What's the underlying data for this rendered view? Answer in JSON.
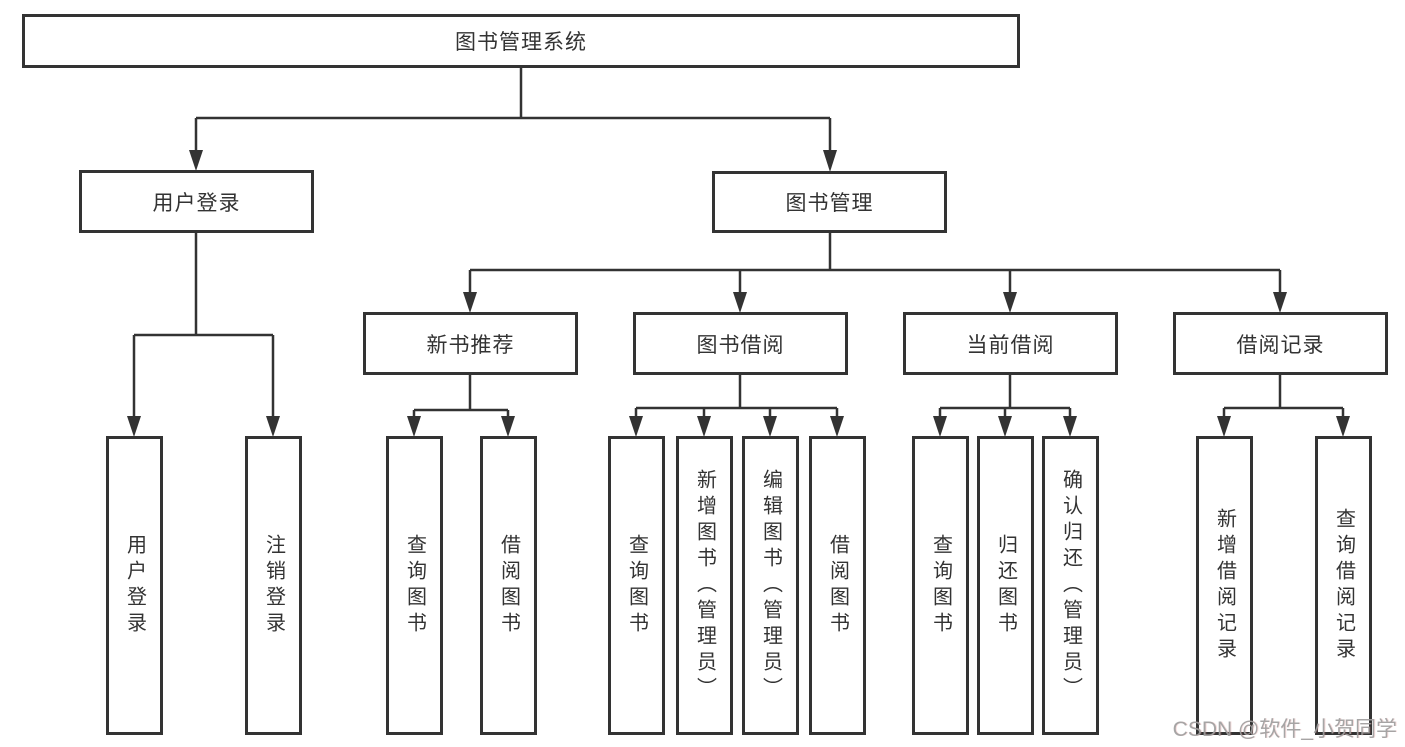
{
  "diagram": {
    "type": "tree",
    "root": {
      "label": "图书管理系统"
    },
    "level2": [
      {
        "id": "user-login",
        "label": "用户登录"
      },
      {
        "id": "book-management",
        "label": "图书管理"
      }
    ],
    "level3": [
      {
        "id": "new-book-recommend",
        "parent": "book-management",
        "label": "新书推荐"
      },
      {
        "id": "book-borrowing",
        "parent": "book-management",
        "label": "图书借阅"
      },
      {
        "id": "current-borrowing",
        "parent": "book-management",
        "label": "当前借阅"
      },
      {
        "id": "borrowing-records",
        "parent": "book-management",
        "label": "借阅记录"
      }
    ],
    "leaves": [
      {
        "parent": "user-login",
        "label": "用户登录"
      },
      {
        "parent": "user-login",
        "label": "注销登录"
      },
      {
        "parent": "new-book-recommend",
        "label": "查询图书"
      },
      {
        "parent": "new-book-recommend",
        "label": "借阅图书"
      },
      {
        "parent": "book-borrowing",
        "label": "查询图书"
      },
      {
        "parent": "book-borrowing",
        "label": "新增图书（管理员）"
      },
      {
        "parent": "book-borrowing",
        "label": "编辑图书（管理员）"
      },
      {
        "parent": "book-borrowing",
        "label": "借阅图书"
      },
      {
        "parent": "current-borrowing",
        "label": "查询图书"
      },
      {
        "parent": "current-borrowing",
        "label": "归还图书"
      },
      {
        "parent": "current-borrowing",
        "label": "确认归还（管理员）"
      },
      {
        "parent": "borrowing-records",
        "label": "新增借阅记录"
      },
      {
        "parent": "borrowing-records",
        "label": "查询借阅记录"
      }
    ],
    "colors": {
      "line": "#333333",
      "box_border": "#333333",
      "box_fill": "#ffffff",
      "text": "#333333",
      "watermark": "#9e9e9e"
    },
    "watermark": {
      "text": "CSDN @软件_小贺同学"
    }
  }
}
